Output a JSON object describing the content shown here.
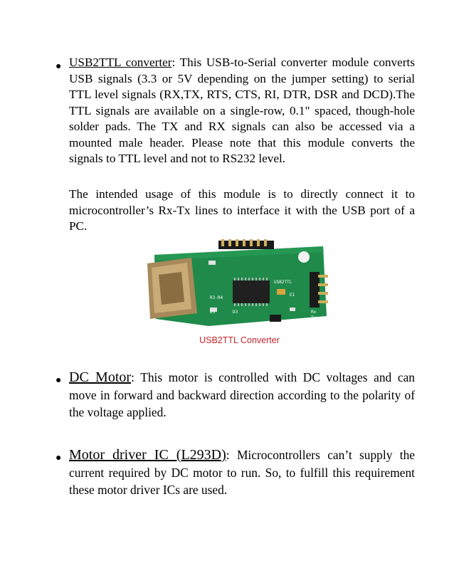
{
  "items": [
    {
      "term": "USB2TTL converter",
      "text": ": This USB-to-Serial converter module converts USB signals (3.3 or 5V depending on the jumper setting)  to serial TTL level signals (RX,TX, RTS, CTS, RI, DTR, DSR and DCD).The TTL signals are available on a single-row, 0.1\" spaced, though-hole solder pads. The TX and RX signals can also be accessed via a mounted male header. Please note that this module converts the signals to TTL level and not to RS232 level."
    },
    {
      "term": "DC Motor",
      "text": ": This motor is controlled with DC voltages and can move in forward and backward direction according to the polarity of the voltage applied."
    },
    {
      "term": "Motor driver IC (L293D)",
      "text": ": Microcontrollers can’t supply the current required by DC motor to run. So, to fulfill this requirement these motor driver ICs are used."
    }
  ],
  "paragraph": "The intended usage of this module is to directly connect it to microcontroller’s Rx-Tx lines to interface it with the USB port of a PC.",
  "figure": {
    "caption": "USB2TTL Converter",
    "board_labels": [
      "USB2TTL",
      "Rx",
      "Tx",
      "R3-R4",
      "D3",
      "D5",
      "E1"
    ]
  },
  "colors": {
    "caption": "#c0272d",
    "pcb": "#1f8a4a",
    "usb_shell": "#a8895a"
  }
}
